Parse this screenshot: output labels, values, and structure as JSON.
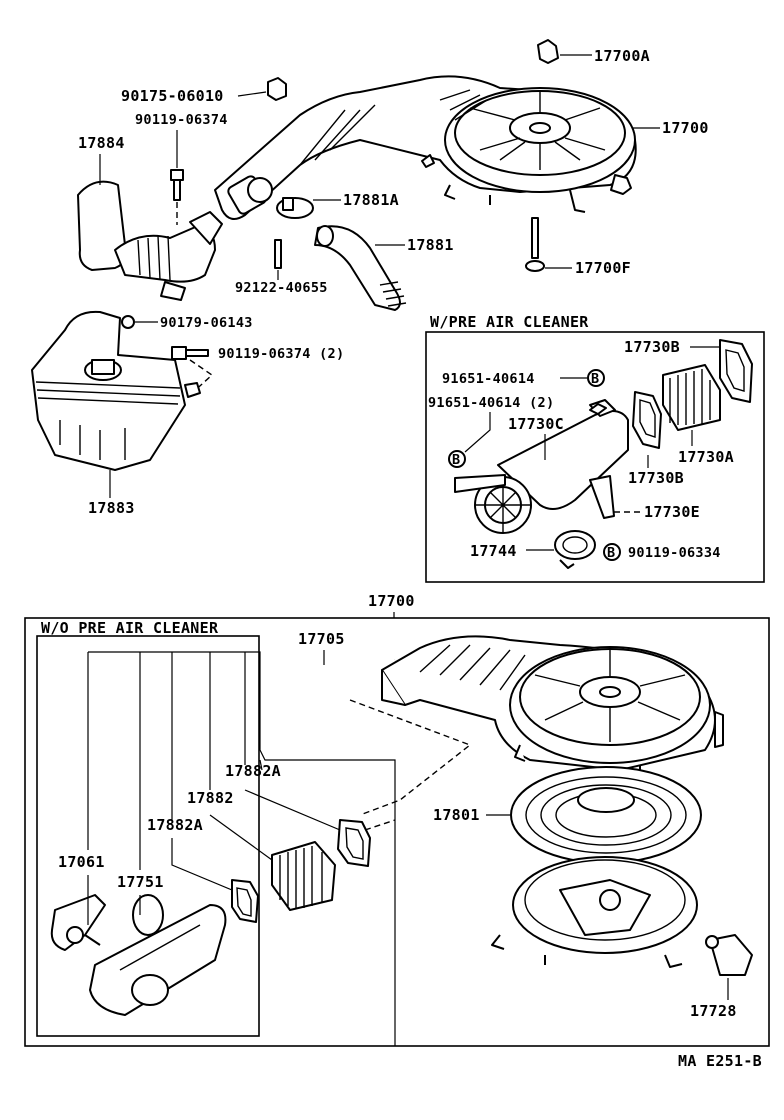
{
  "labels": {
    "p17700A": "17700A",
    "p90175": "90175-06010",
    "p90119a": "90119-06374",
    "p17700": "17700",
    "p17884": "17884",
    "p17881A": "17881A",
    "p17881": "17881",
    "p17700F": "17700F",
    "p92122": "92122-40655",
    "p90179": "90179-06143",
    "p90119b": "90119-06374 (2)",
    "p17883": "17883",
    "p17730B_1": "17730B",
    "p91651a": "91651-40614",
    "p91651b": "91651-40614 (2)",
    "p17730C": "17730C",
    "p17730A": "17730A",
    "p17730B_2": "17730B",
    "p17730E": "17730E",
    "p17744": "17744",
    "p90119c": "90119-06334",
    "p17700_main": "17700",
    "p17705": "17705",
    "p17882A_1": "17882A",
    "p17882": "17882",
    "p17882A_2": "17882A",
    "p17801": "17801",
    "p17061": "17061",
    "p17751": "17751",
    "p17728": "17728",
    "ref_code": "MA E251-B"
  },
  "sections": {
    "pre_air": "W/PRE AIR CLEANER",
    "wo_pre_air": "W/O PRE AIR CLEANER"
  },
  "markers": {
    "b": "B"
  }
}
